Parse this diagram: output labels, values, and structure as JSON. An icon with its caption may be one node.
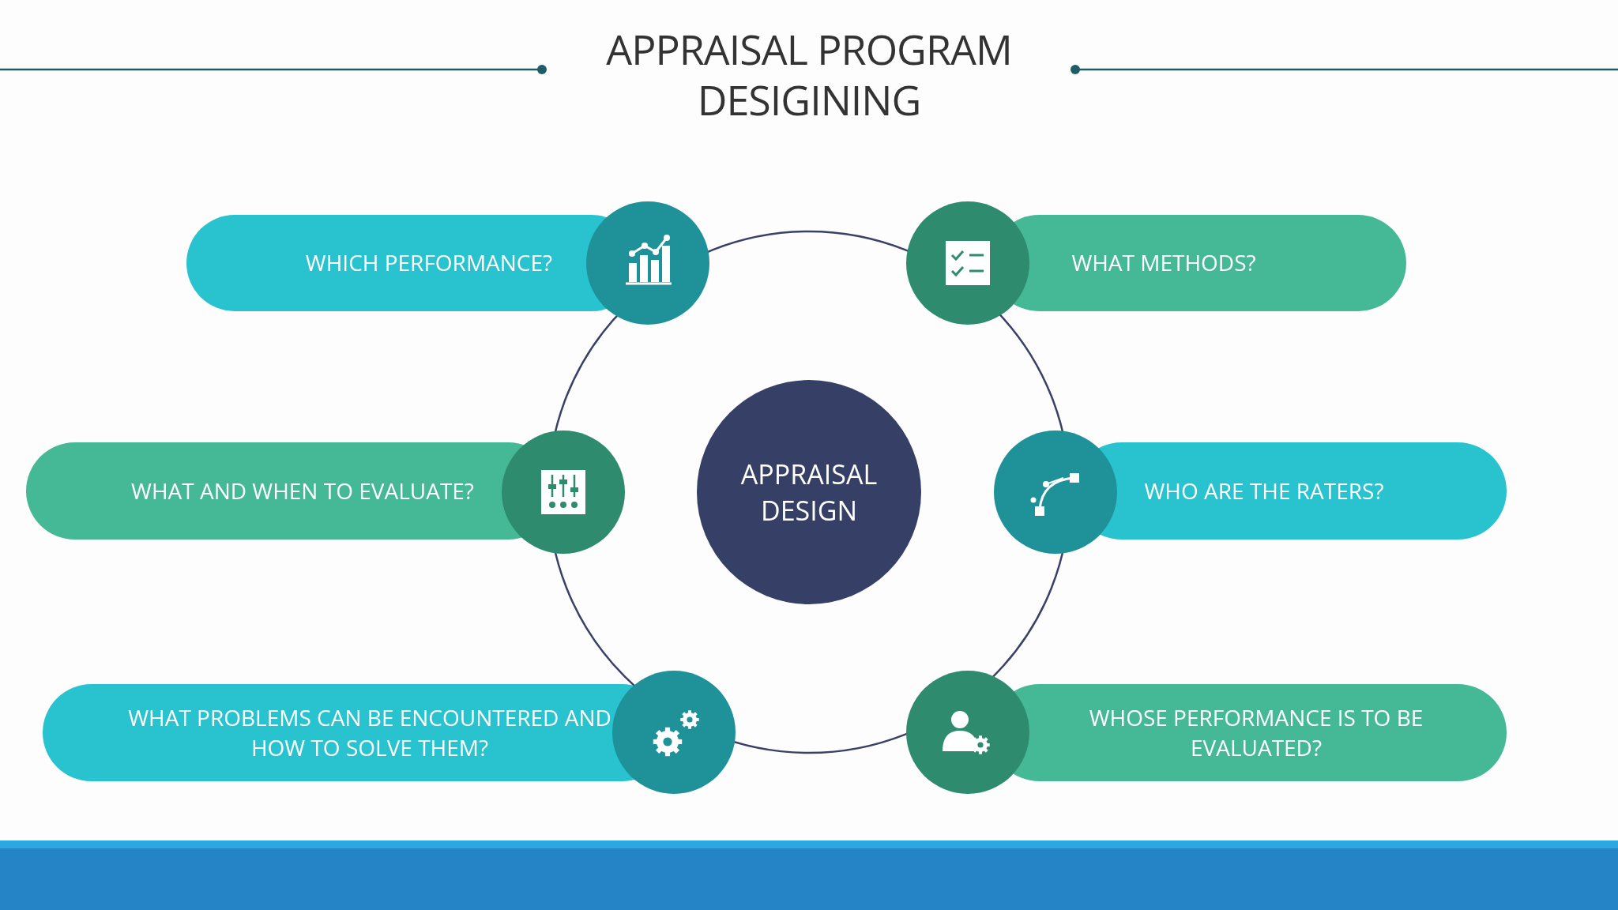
{
  "diagram": {
    "title": "APPRAISAL PROGRAM DESIGINING",
    "nodes": [
      {
        "text": [
          "APPRAISAL DESIGN"
        ]
      },
      {
        "text": [
          "WHICH PERFORMANCE?"
        ]
      },
      {
        "text": [
          "WHAT METHODS?"
        ]
      },
      {
        "text": [
          "WHAT AND WHEN TO EVALUATE?"
        ]
      },
      {
        "text": [
          "WHO ARE THE RATERS?"
        ]
      },
      {
        "text": [
          "WHAT PROBLEMS CAN BE ENCOUNTERED AND HOW TO SOLVE THEM?"
        ]
      },
      {
        "text": [
          "WHOSE PERFORMANCE IS TO BE EVALUATED?"
        ]
      }
    ]
  }
}
